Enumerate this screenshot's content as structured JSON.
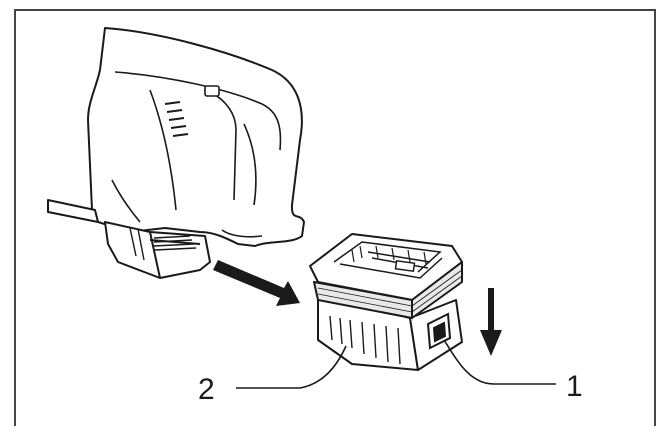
{
  "figure": {
    "callouts": [
      {
        "id": "1",
        "label": "1"
      },
      {
        "id": "2",
        "label": "2"
      }
    ]
  },
  "colors": {
    "line": "#1a1a1a",
    "frame": "#444444",
    "background": "#ffffff"
  }
}
